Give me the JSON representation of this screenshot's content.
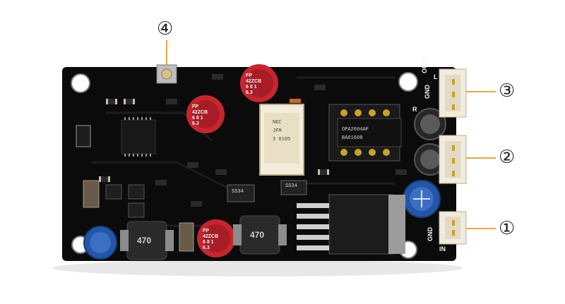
{
  "callouts": {
    "one": "①",
    "two": "②",
    "three": "③",
    "four": "④"
  },
  "silkscreen": {
    "out": "OUT",
    "gnd_top": "GND",
    "r": "R",
    "l": "L",
    "gnd_bottom": "GND",
    "input": "IN"
  },
  "components": {
    "inductor_left": "470",
    "inductor_right": "470",
    "cap_top": [
      "FP",
      "42ZCB",
      "6 8 1",
      "6.3"
    ],
    "cap_mid": [
      "FP",
      "42ZCB",
      "6 8 1",
      "6.3"
    ],
    "cap_bottom": [
      "FP",
      "42ZCB",
      "6 8 1",
      "6.3"
    ],
    "diode_1": "SS34",
    "diode_2": "SS34",
    "opamp": [
      "OPA2604AP",
      "BA61608"
    ],
    "transformer": [
      "NEC",
      "JFM",
      "3 0105"
    ]
  },
  "colors": {
    "pcb": "#0b0b0b",
    "connector": "#f1ebdc",
    "cap_red": "#c8252f",
    "cap_blue": "#2456a8",
    "leader": "#e9a83a"
  }
}
